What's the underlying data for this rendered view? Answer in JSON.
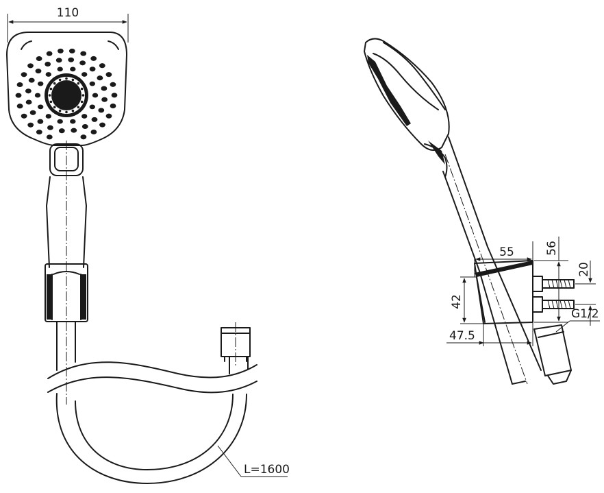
{
  "front_view": {
    "width_label": "110",
    "hose_length_label": "L=1600"
  },
  "side_view": {
    "bracket_width_label": "55",
    "height_total_label": "56",
    "screw_pitch_label": "20",
    "bracket_height_label": "42",
    "offset_label": "47.5",
    "thread_label": "G1/2"
  }
}
